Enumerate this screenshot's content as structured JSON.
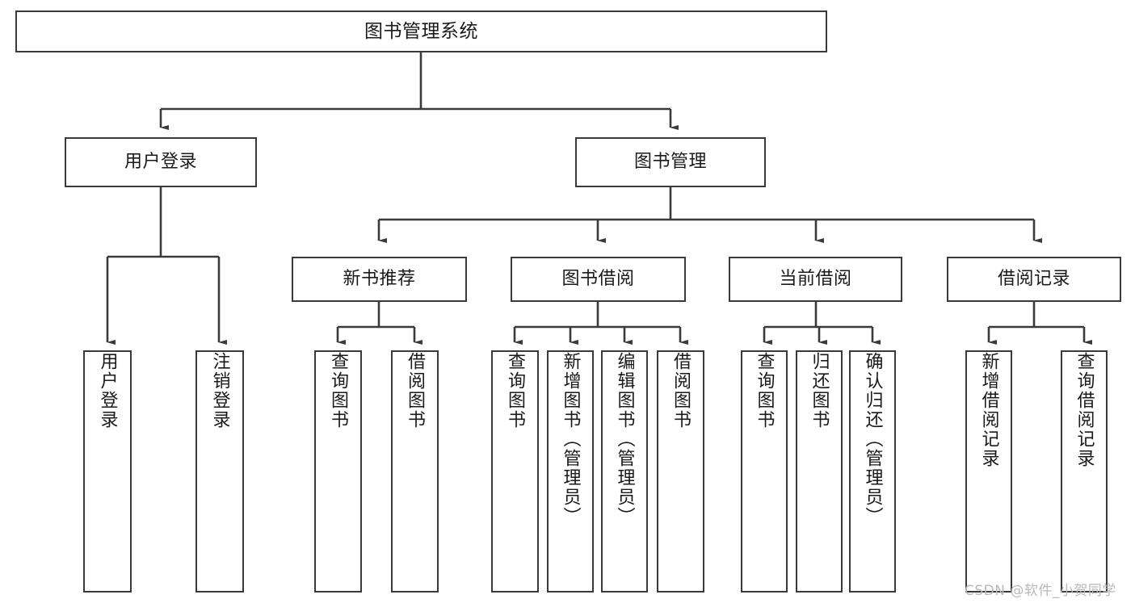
{
  "diagram": {
    "title": "图书管理系统",
    "watermark": "CSDN @软件_小贺同学",
    "colors": {
      "border": "#3a3a3a",
      "text": "#1a1a1a",
      "background": "#ffffff",
      "edge": "#3a3a3a",
      "watermark": "#b9b9b9"
    },
    "nodes": {
      "root": {
        "label": "图书管理系统"
      },
      "level2": [
        {
          "id": "user-login",
          "label": "用户登录"
        },
        {
          "id": "book-management",
          "label": "图书管理"
        }
      ],
      "level3": [
        {
          "id": "new-book-recommend",
          "label": "新书推荐"
        },
        {
          "id": "book-borrow",
          "label": "图书借阅"
        },
        {
          "id": "current-borrow",
          "label": "当前借阅"
        },
        {
          "id": "borrow-record",
          "label": "借阅记录"
        }
      ],
      "leaves": {
        "user_login": [
          {
            "id": "leaf-user-login",
            "label": "用户登录"
          },
          {
            "id": "leaf-logout-login",
            "label": "注销登录"
          }
        ],
        "new_book_recommend": [
          {
            "id": "leaf-query-book-1",
            "label": "查询图书"
          },
          {
            "id": "leaf-borrow-book-1",
            "label": "借阅图书"
          }
        ],
        "book_borrow": [
          {
            "id": "leaf-query-book-2",
            "label": "查询图书"
          },
          {
            "id": "leaf-add-book",
            "label": "新增图书（管理员）"
          },
          {
            "id": "leaf-edit-book",
            "label": "编辑图书（管理员）"
          },
          {
            "id": "leaf-borrow-book-2",
            "label": "借阅图书"
          }
        ],
        "current_borrow": [
          {
            "id": "leaf-query-book-3",
            "label": "查询图书"
          },
          {
            "id": "leaf-return-book",
            "label": "归还图书"
          },
          {
            "id": "leaf-confirm-return",
            "label": "确认归还（管理员）"
          }
        ],
        "borrow_record": [
          {
            "id": "leaf-add-borrow-record",
            "label": "新增借阅记录"
          },
          {
            "id": "leaf-query-borrow-record",
            "label": "查询借阅记录"
          }
        ]
      }
    }
  }
}
